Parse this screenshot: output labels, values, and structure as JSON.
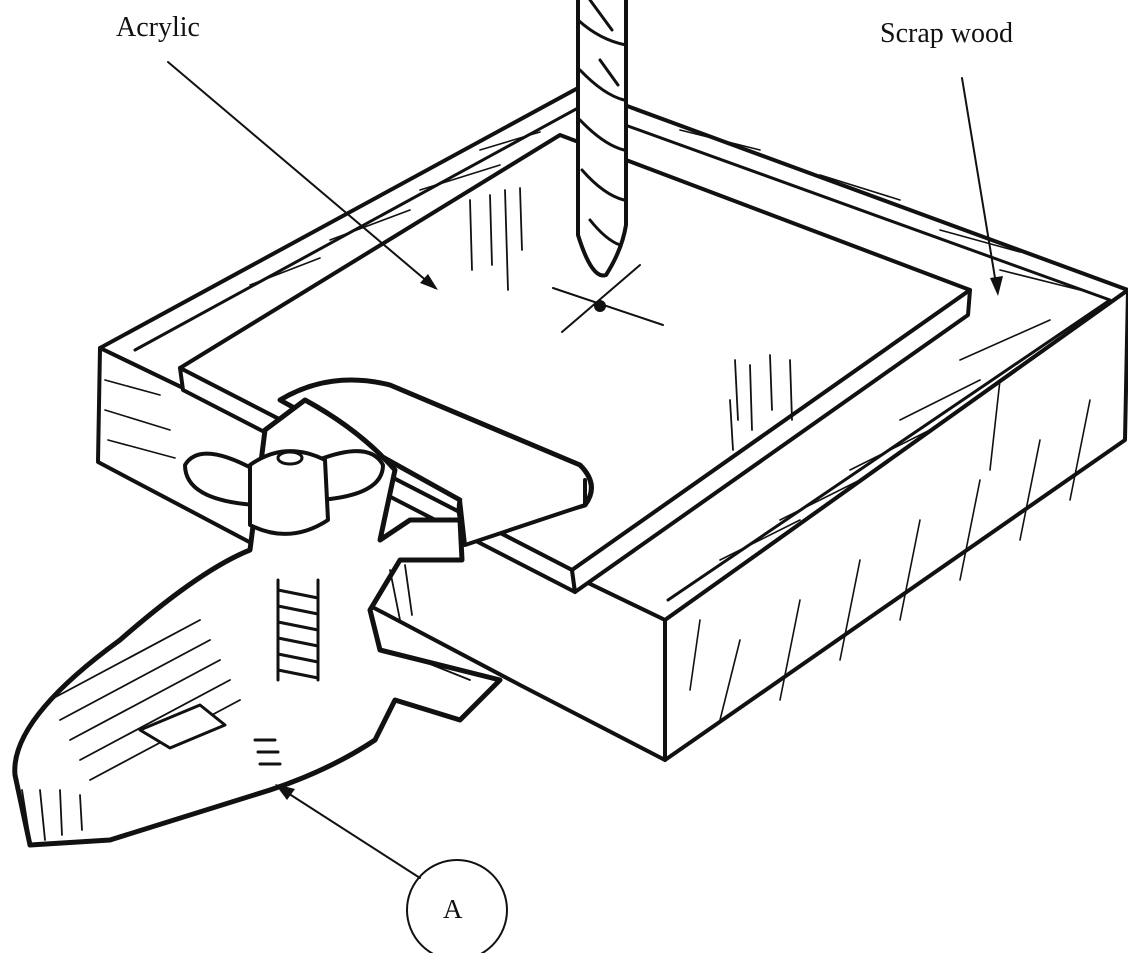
{
  "labels": {
    "acrylic": "Acrylic",
    "scrap_wood": "Scrap wood",
    "callout_a": "A"
  },
  "colors": {
    "ink": "#111111",
    "paper": "#ffffff"
  }
}
